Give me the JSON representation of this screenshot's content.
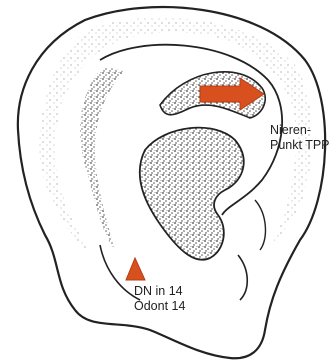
{
  "labels": {
    "nieren_line1": "Nieren-",
    "nieren_line2": "Punkt TPP",
    "dn_line1": "DN in 14",
    "dn_line2": "Odont 14"
  },
  "markers": {
    "arrow_color": "#d9501f",
    "triangle_color": "#d9501f"
  }
}
